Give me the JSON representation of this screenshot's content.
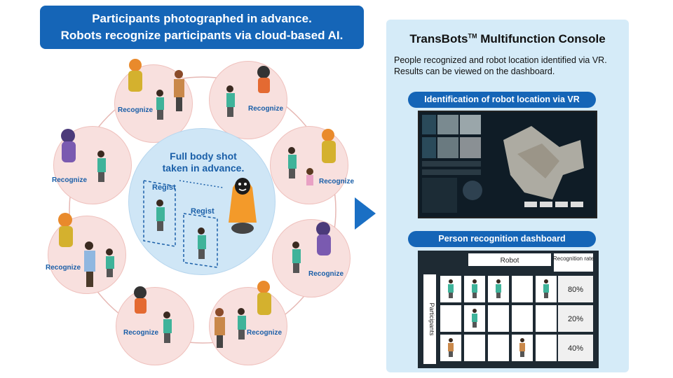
{
  "banner": {
    "line1": "Participants photographed in advance.",
    "line2": "Robots recognize participants via cloud-based AI."
  },
  "center": {
    "line1": "Full body shot",
    "line2": "taken in advance.",
    "regist": "Regist"
  },
  "recognize_label": "Recognize",
  "console": {
    "title": "TransBots",
    "tm": "TM",
    "title_rest": " Multifunction Console",
    "desc1": "People recognized and robot location identified via VR.",
    "desc2": "Results can be viewed on the dashboard.",
    "vr_label": "Identification of robot location via VR",
    "dash_label": "Person recognition dashboard"
  },
  "dashboard": {
    "robot_header": "Robot",
    "rate_header": "Recognition rate",
    "participants_label": "Participants",
    "rows": [
      {
        "rate": "80%",
        "cells": [
          1,
          1,
          1,
          0,
          1
        ]
      },
      {
        "rate": "20%",
        "cells": [
          0,
          1,
          0,
          0,
          0
        ]
      },
      {
        "rate": "40%",
        "cells": [
          1,
          0,
          0,
          1,
          0
        ]
      }
    ]
  },
  "colors": {
    "brand_blue": "#1565b7",
    "pink": "#f8e0de",
    "light_blue": "#cfe6f6"
  }
}
